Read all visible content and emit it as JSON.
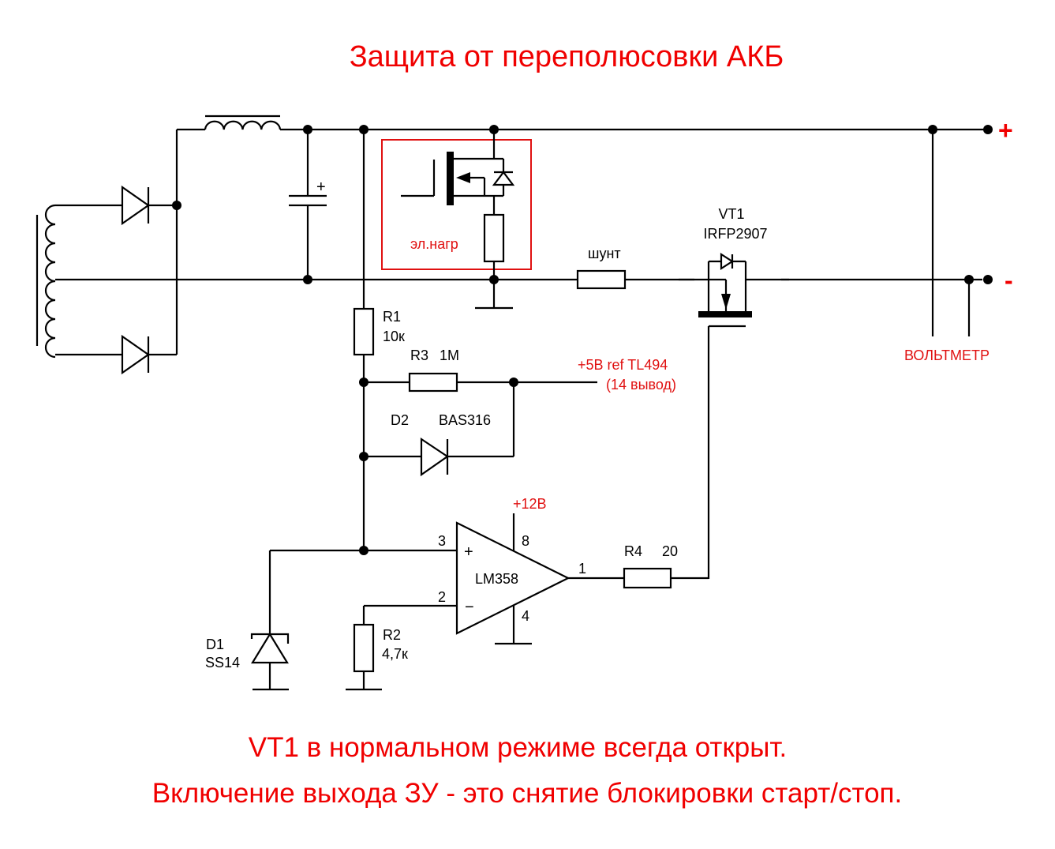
{
  "title": "Защита от переполюсовки АКБ",
  "notes": [
    "VT1 в нормальном режиме всегда открыт.",
    "Включение выхода ЗУ - это снятие блокировки старт/стоп."
  ],
  "colors": {
    "annotation": "#f00000",
    "wire": "#000000",
    "load_frame": "#e01010"
  },
  "terminals": {
    "plus": "+",
    "minus": "-",
    "voltmeter": "ВОЛЬТМЕТР"
  },
  "components": {
    "load": {
      "label": "эл.нагр"
    },
    "shunt": {
      "label": "шунт"
    },
    "vt1": {
      "ref": "VT1",
      "part": "IRFP2907"
    },
    "r1": {
      "ref": "R1",
      "value": "10к"
    },
    "r3": {
      "ref": "R3",
      "value": "1M"
    },
    "d2": {
      "ref": "D2",
      "part": "BAS316"
    },
    "d1": {
      "ref": "D1",
      "part": "SS14"
    },
    "r2": {
      "ref": "R2",
      "value": "4,7к"
    },
    "r4": {
      "ref": "R4",
      "value": "20"
    },
    "opamp": {
      "part": "LM358",
      "supply": "+12В",
      "pins": {
        "noninv": "3",
        "inv": "2",
        "vcc": "8",
        "gnd": "4",
        "out": "1"
      },
      "plus_sign": "+",
      "minus_sign": "−"
    },
    "capacitor": {
      "polarity": "+"
    }
  },
  "ref_supply": {
    "line1": "+5В ref TL494",
    "line2": "(14 вывод)"
  }
}
